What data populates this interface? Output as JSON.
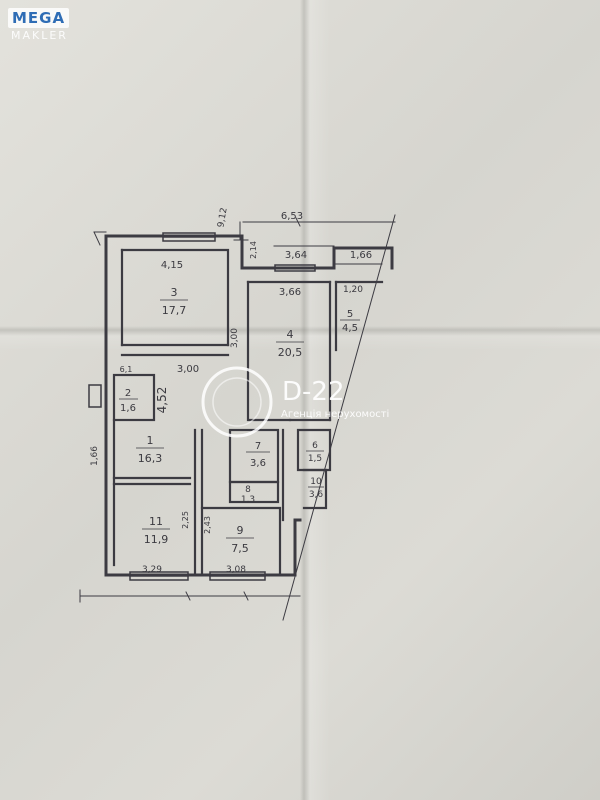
{
  "brand": {
    "name": "MEGA",
    "sub": "MAKLER",
    "color": "#2f6db5"
  },
  "watermark": {
    "name": "D-22",
    "subtitle": "Агенція нерухомості"
  },
  "rooms": [
    {
      "id": "3",
      "area": "17,7"
    },
    {
      "id": "4",
      "area": "20,5"
    },
    {
      "id": "2",
      "area": "1,6"
    },
    {
      "id": "1",
      "area": "16,3"
    },
    {
      "id": "7",
      "area": "3,6"
    },
    {
      "id": "8",
      "area": "1,3"
    },
    {
      "id": "11",
      "area": "11,9"
    },
    {
      "id": "9",
      "area": "7,5"
    },
    {
      "id": "5",
      "area": "4,5"
    },
    {
      "id": "6",
      "area": "1,5"
    },
    {
      "id": "10",
      "area": "3,6"
    }
  ],
  "dimensions": [
    "4,15",
    "6,53",
    "9,12",
    "2,14",
    "3,64",
    "1,66",
    "3,66",
    "1,20",
    "3,00",
    "4,52",
    "3,00",
    "1,66",
    "2,25",
    "2,43",
    "3,29",
    "3,08",
    "6,1"
  ]
}
